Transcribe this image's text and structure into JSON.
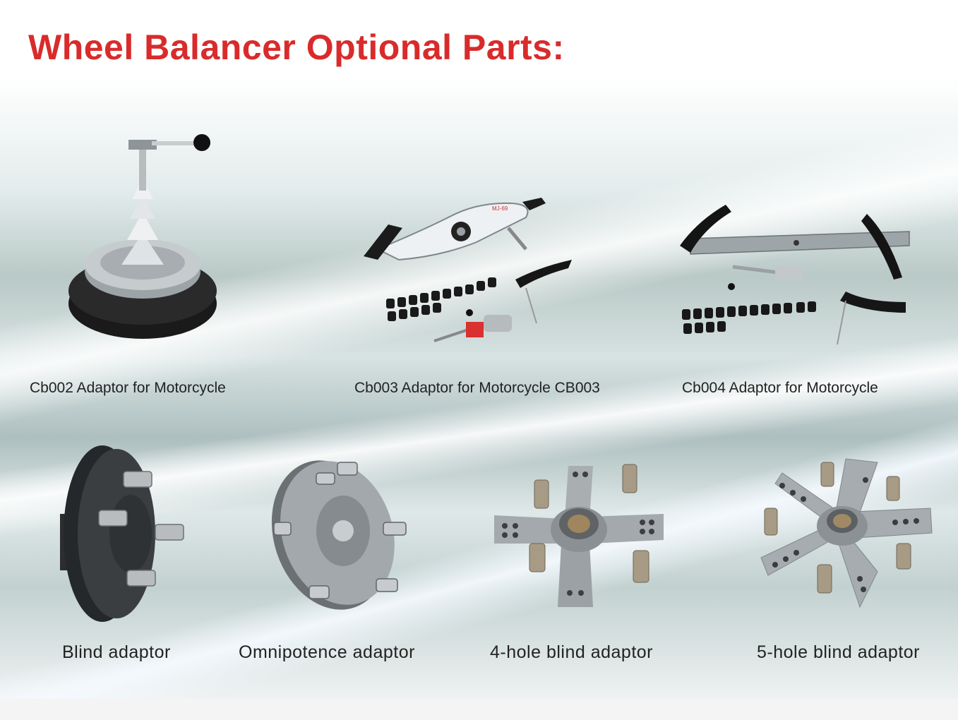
{
  "page": {
    "title": "Wheel Balancer Optional Parts:",
    "title_color": "#d92b2b"
  },
  "products": [
    {
      "caption": "Cb002 Adaptor for Motorcycle",
      "icon": "cone-adaptor-icon"
    },
    {
      "caption": "Cb003 Adaptor for Motorcycle CB003",
      "icon": "arm-adaptor-icon"
    },
    {
      "caption": "Cb004 Adaptor for Motorcycle",
      "icon": "bar-adaptor-icon"
    },
    {
      "caption": "Blind adaptor",
      "icon": "blind-flange-icon"
    },
    {
      "caption": "Omnipotence adaptor",
      "icon": "universal-flange-icon"
    },
    {
      "caption": "4-hole blind adaptor",
      "icon": "four-arm-plate-icon"
    },
    {
      "caption": "5-hole blind adaptor",
      "icon": "five-arm-plate-icon"
    }
  ],
  "labels": {
    "arm_marking": "MJ-69"
  }
}
